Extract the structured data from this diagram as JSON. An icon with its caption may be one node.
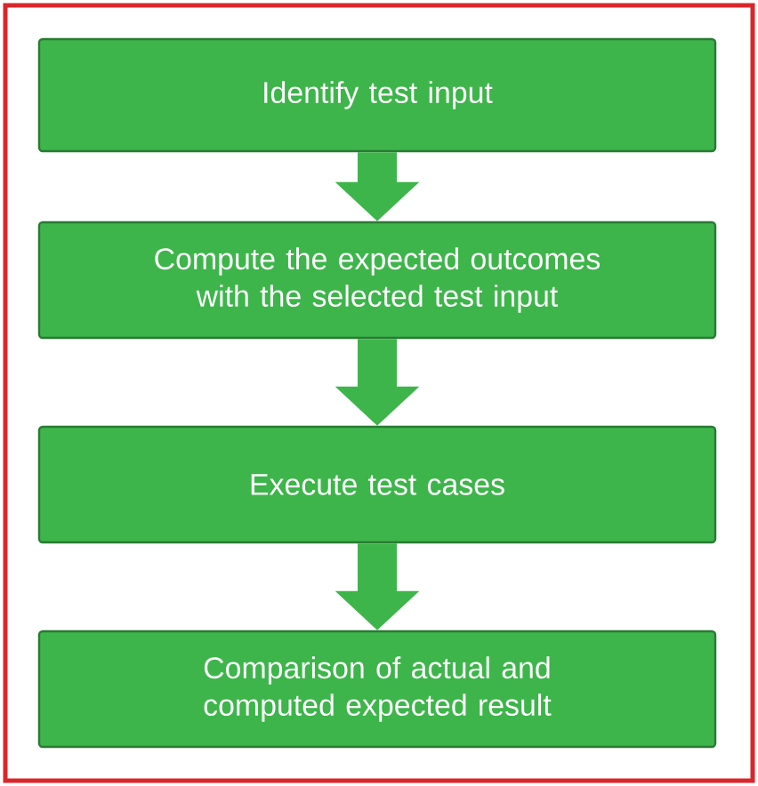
{
  "diagram": {
    "nodes": [
      {
        "text": [
          "Identify test input"
        ]
      },
      {
        "text": [
          "Compute the expected outcomes with the selected test input"
        ]
      },
      {
        "text": [
          "Execute test cases"
        ]
      },
      {
        "text": [
          "Comparison of actual and computed expected result"
        ]
      }
    ],
    "edges": [
      {
        "from": 0,
        "to": 1,
        "arrow": "to"
      },
      {
        "from": 1,
        "to": 2,
        "arrow": "to"
      },
      {
        "from": 2,
        "to": 3,
        "arrow": "to"
      }
    ]
  }
}
